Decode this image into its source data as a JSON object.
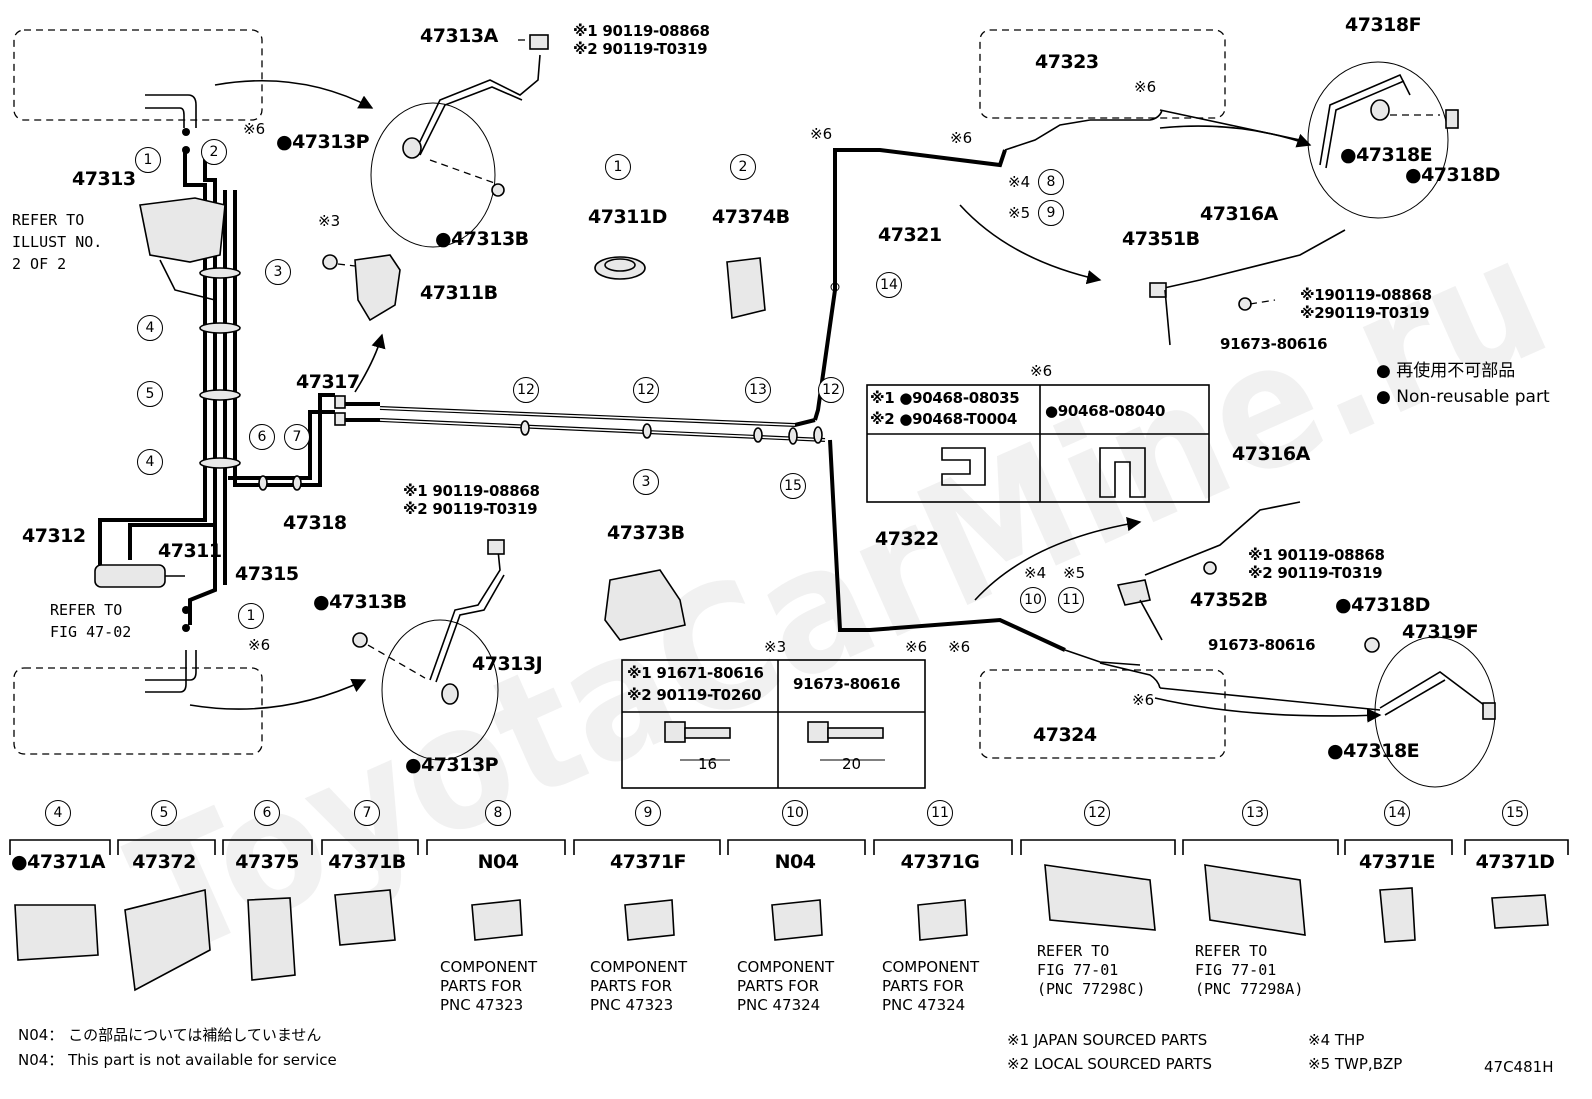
{
  "refer_illust": [
    "REFER TO",
    "ILLUST NO.",
    "2 OF 2"
  ],
  "refer_fig": [
    "REFER TO",
    "FIG 47-02"
  ],
  "parts": {
    "p47313": "47313",
    "p47313A": "47313A",
    "p47313P_top": "●47313P",
    "p47313B_top": "●47313B",
    "p47311B": "47311B",
    "p47311D": "47311D",
    "p47374B": "47374B",
    "p47317": "47317",
    "p47318": "47318",
    "p47312": "47312",
    "p47311": "47311",
    "p47315": "47315",
    "p47313B_bot": "●47313B",
    "p47313J": "47313J",
    "p47313P_bot": "●47313P",
    "p47373B": "47373B",
    "p47323": "47323",
    "p47321": "47321",
    "p47322": "47322",
    "p47318F": "47318F",
    "p47318E_top": "●47318E",
    "p47318D_top": "●47318D",
    "p47316A_top": "47316A",
    "p47351B": "47351B",
    "p91673_top": "91673-80616",
    "p47316A_bot": "47316A",
    "p47352B": "47352B",
    "p91673_bot": "91673-80616",
    "p47318D_bot": "●47318D",
    "p47319F": "47319F",
    "p47318E_bot": "●47318E",
    "p47324": "47324"
  },
  "codes": {
    "c1_top_a": "※1 90119-08868",
    "c1_top_b": "※2 90119-T0319",
    "c1_mid_a": "※1 90119-08868",
    "c1_mid_b": "※2 90119-T0319",
    "c1_right_a": "※190119-08868",
    "c1_right_b": "※290119-T0319",
    "c1_low_a": "※1 90119-08868",
    "c1_low_b": "※2 90119-T0319"
  },
  "marks": {
    "m6": "※6",
    "m3": "※3",
    "m4": "※4",
    "m5": "※5"
  },
  "callouts": [
    "1",
    "2",
    "3",
    "4",
    "5",
    "6",
    "7",
    "8",
    "9",
    "10",
    "11",
    "12",
    "13",
    "14",
    "15"
  ],
  "legend": {
    "jp": "● 再使用不可部品",
    "en": "● Non-reusable part"
  },
  "table6": {
    "title": "※6",
    "r1": "※1 ●90468-08035",
    "r2": "※2 ●90468-T0004",
    "r3": "●90468-08040"
  },
  "table3": {
    "title": "※3",
    "r1": "※1 91671-80616",
    "r2": "※2 90119-T0260",
    "r3": "91673-80616",
    "dim1": "16",
    "dim2": "20"
  },
  "bottom_row": [
    {
      "num": "4",
      "part": "●47371A",
      "note": []
    },
    {
      "num": "5",
      "part": "47372",
      "note": []
    },
    {
      "num": "6",
      "part": "47375",
      "note": []
    },
    {
      "num": "7",
      "part": "47371B",
      "note": []
    },
    {
      "num": "8",
      "part": "N04",
      "note": [
        "COMPONENT",
        "PARTS FOR",
        "PNC 47323"
      ]
    },
    {
      "num": "9",
      "part": "47371F",
      "note": [
        "COMPONENT",
        "PARTS FOR",
        "PNC 47323"
      ]
    },
    {
      "num": "10",
      "part": "N04",
      "note": [
        "COMPONENT",
        "PARTS FOR",
        "PNC 47324"
      ]
    },
    {
      "num": "11",
      "part": "47371G",
      "note": [
        "COMPONENT",
        "PARTS FOR",
        "PNC 47324"
      ]
    },
    {
      "num": "12",
      "part": "",
      "note": [
        "REFER TO",
        "FIG 77-01",
        "(PNC 77298C)"
      ]
    },
    {
      "num": "13",
      "part": "",
      "note": [
        "REFER TO",
        "FIG 77-01",
        "(PNC 77298A)"
      ]
    },
    {
      "num": "14",
      "part": "47371E",
      "note": []
    },
    {
      "num": "15",
      "part": "47371D",
      "note": []
    }
  ],
  "footnotes": {
    "n04_jp": "N04：  この部品については補給していません",
    "n04_en": "N04：  This part is not available for service",
    "s1": "※1 JAPAN SOURCED PARTS",
    "s2": "※2 LOCAL SOURCED PARTS",
    "s4": "※4 THP",
    "s5": "※5 TWP,BZP",
    "id": "47C481H"
  },
  "watermark": "ToyotaCarMine.ru"
}
